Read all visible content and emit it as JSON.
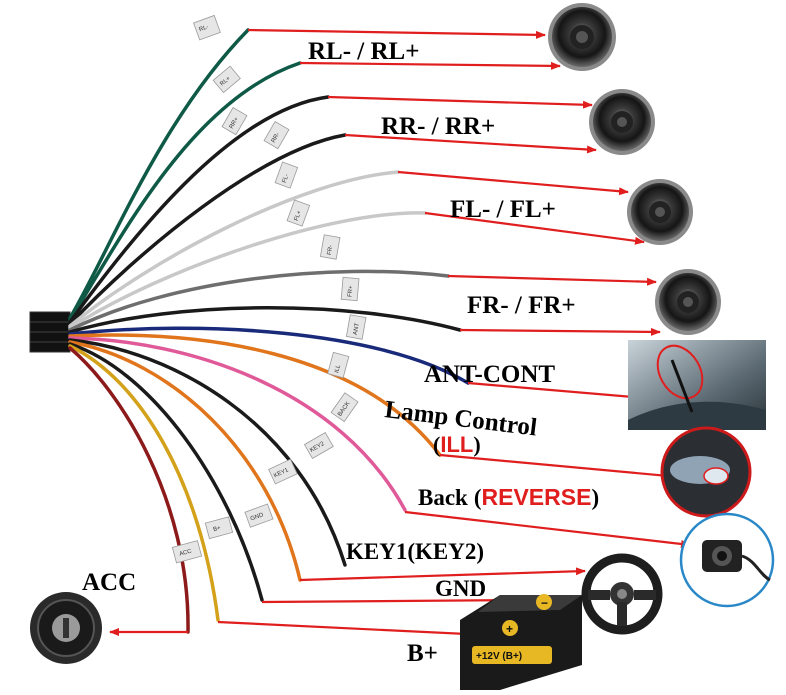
{
  "labels": {
    "rl": "RL- / RL+",
    "rr": "RR- / RR+",
    "fl": "FL- / FL+",
    "fr": "FR- / FR+",
    "ant": "ANT-CONT",
    "lamp": "Lamp Control",
    "ill_open": "(",
    "ill": "ILL",
    "ill_close": ")",
    "back": "Back",
    "reverse_open": "(",
    "reverse": "REVERSE",
    "reverse_close": ")",
    "key": "KEY1(KEY2)",
    "gnd": "GND",
    "bplus": "B+",
    "acc": "ACC"
  },
  "tags": {
    "rl_neg": "RL-",
    "rl_pos": "RL+",
    "rr_pos": "RR+",
    "rr_neg": "RR-",
    "fl_neg": "FL-",
    "fl_pos": "FL+",
    "fr_neg": "FR-",
    "fr_pos": "FR+",
    "ant": "ANT",
    "ill": "ILL",
    "back": "BACK",
    "key2": "KEY2",
    "key1": "KEY1",
    "gnd": "GND",
    "bplus": "B+",
    "acc": "ACC"
  },
  "battery": {
    "terminal_text": "+12V (B+)",
    "minus_symbol": "−",
    "plus_symbol": "+"
  },
  "colors": {
    "arrow": "#e01e1e",
    "wire_green": "#0f5a46",
    "wire_black": "#1a1a1a",
    "wire_white": "#c8c8c8",
    "wire_gray": "#6e6e6e",
    "wire_blue": "#1a2a7a",
    "wire_orange": "#e0751c",
    "wire_pink": "#e05a9a",
    "wire_yellow": "#d4a11a",
    "wire_red": "#8c1a1a",
    "battery": "#e8b824"
  }
}
